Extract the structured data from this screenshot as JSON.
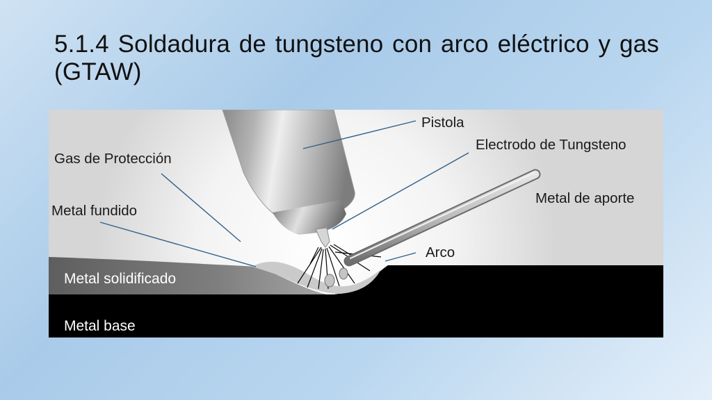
{
  "slide": {
    "title": "5.1.4 Soldadura de tungsteno con arco eléctrico y gas (GTAW)"
  },
  "diagram": {
    "labels": {
      "pistola": "Pistola",
      "electrodo": "Electrodo de Tungsteno",
      "gas": "Gas de Protección",
      "metal_aporte": "Metal de aporte",
      "metal_fundido": "Metal fundido",
      "arco": "Arco",
      "metal_solidificado": "Metal solidificado",
      "metal_base": "Metal base"
    },
    "colors": {
      "leader_line": "#2f5f8a",
      "base_metal": "#000000",
      "solidified_metal": "#7a7a7a",
      "molten_metal": "#c8c8c8",
      "torch": "#8e8e8e"
    }
  }
}
